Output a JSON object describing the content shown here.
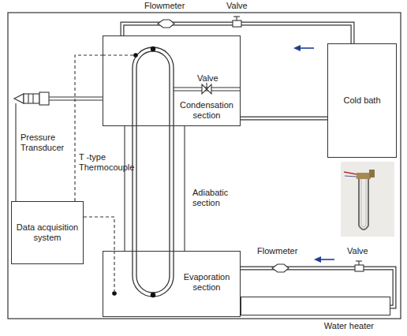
{
  "diagram": {
    "nodes": [
      {
        "text": [
          "Condensation section"
        ]
      },
      {
        "text": [
          "Cold bath"
        ]
      },
      {
        "text": [
          "Data acquisition system"
        ]
      },
      {
        "text": [
          "Evaporation section"
        ]
      },
      {
        "text": [
          "Water heater"
        ]
      }
    ],
    "edges": [
      {
        "from": 1,
        "to": 0,
        "arrow": "none"
      },
      {
        "from": 0,
        "to": 1,
        "arrow": "none"
      },
      {
        "from": 4,
        "to": 3,
        "arrow": "none"
      },
      {
        "from": 2,
        "to": 0,
        "arrow": "none"
      },
      {
        "from": 2,
        "to": 3,
        "arrow": "none"
      }
    ],
    "labels": [
      "Flowmeter",
      "Valve",
      "Pressure Transducer",
      "T -type Thermocouple",
      "Valve",
      "Adiabatic section",
      "Flowmeter",
      "Valve"
    ]
  }
}
